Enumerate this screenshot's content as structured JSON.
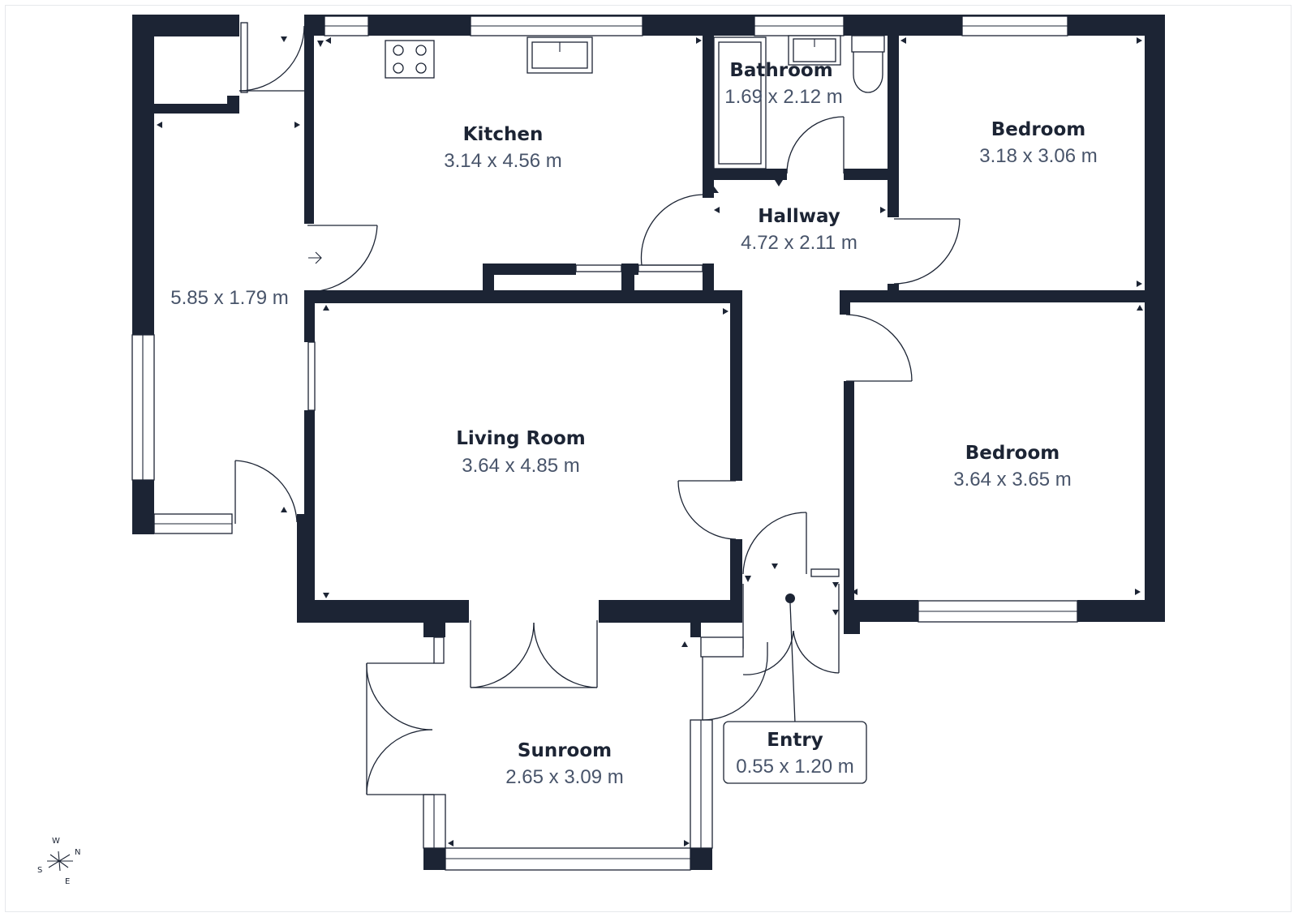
{
  "rooms": {
    "kitchen": {
      "name": "Kitchen",
      "dims": "3.14 x 4.56 m"
    },
    "bathroom": {
      "name": "Bathroom",
      "dims": "1.69 x 2.12 m"
    },
    "bedroom1": {
      "name": "Bedroom",
      "dims": "3.18 x 3.06 m"
    },
    "hallway": {
      "name": "Hallway",
      "dims": "4.72 x 2.11 m"
    },
    "side": {
      "dims": "5.85 x 1.79 m"
    },
    "living": {
      "name": "Living Room",
      "dims": "3.64 x 4.85 m"
    },
    "bedroom2": {
      "name": "Bedroom",
      "dims": "3.64 x 3.65 m"
    },
    "sunroom": {
      "name": "Sunroom",
      "dims": "2.65 x 3.09 m"
    },
    "entry": {
      "name": "Entry",
      "dims": "0.55 x 1.20 m"
    }
  },
  "compass": {
    "w": "W",
    "n": "N",
    "s": "S",
    "e": "E"
  },
  "colors": {
    "wall": "#1c2434",
    "label": "#1c2434",
    "dimension": "#48546a",
    "background": "#ffffff"
  }
}
